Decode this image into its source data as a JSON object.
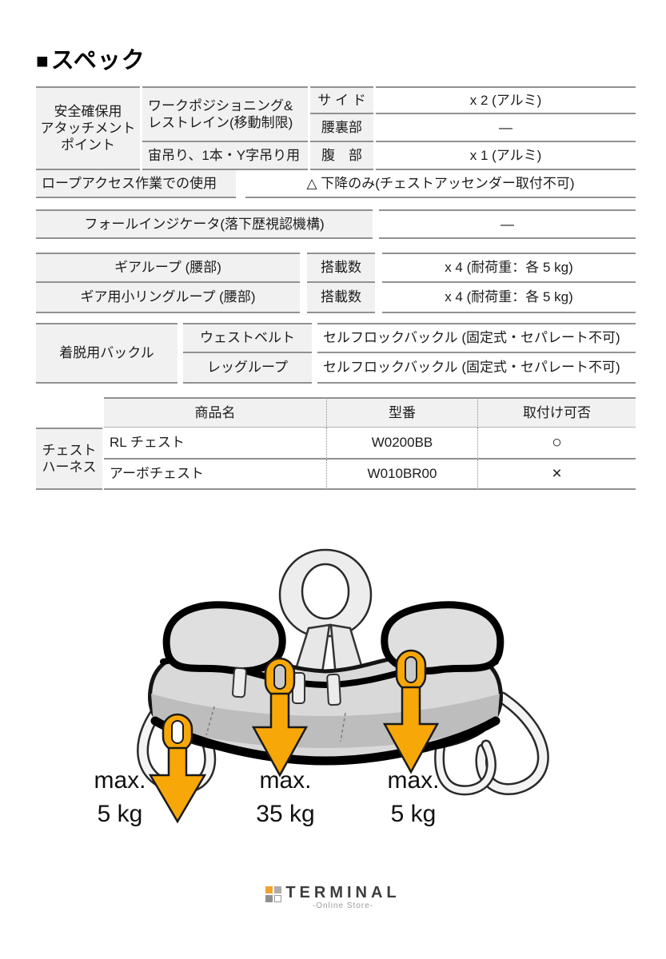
{
  "page": {
    "title_square": "■",
    "title": "スペック"
  },
  "colors": {
    "accent_orange": "#F7A707",
    "border_gray": "#919191",
    "cell_shade": "#F1F1F1"
  },
  "spec_table": {
    "attachment": {
      "row_label": "安全確保用\nアタッチメント\nポイント",
      "sub1": "ワークポジショニング&\nレストレイン(移動制限)",
      "sub2": "宙吊り、1本・Y字吊り用",
      "positions": [
        "サ イ ド",
        "腰裏部",
        "腹　部"
      ],
      "values": [
        "x 2 (アルミ)",
        "—",
        "x 1 (アルミ)"
      ]
    },
    "rope_access": {
      "label": "ロープアクセス作業での使用",
      "value": "△ 下降のみ(チェストアッセンダー取付不可)"
    },
    "fall_indicator": {
      "label": "フォールインジケータ(落下歴視認機構)",
      "value": "—"
    },
    "gear_loops": [
      {
        "label": "ギアループ (腰部)",
        "qty_label": "搭載数",
        "value": "x 4 (耐荷重：各 5 kg)"
      },
      {
        "label": "ギア用小リングループ (腰部)",
        "qty_label": "搭載数",
        "value": "x 4 (耐荷重：各 5 kg)"
      }
    ],
    "buckle": {
      "label": "着脱用バックル",
      "rows": [
        {
          "part": "ウェストベルト",
          "value": "セルフロックバックル (固定式・セパレート不可)"
        },
        {
          "part": "レッグループ",
          "value": "セルフロックバックル (固定式・セパレート不可)"
        }
      ]
    },
    "chest_harness": {
      "row_label": "チェスト\nハーネス",
      "headers": [
        "商品名",
        "型番",
        "取付け可否"
      ],
      "rows": [
        {
          "name": "RL チェスト",
          "model": "W0200BB",
          "compatible": "○"
        },
        {
          "name": "アーボチェスト",
          "model": "W010BR00",
          "compatible": "×"
        }
      ]
    }
  },
  "diagram": {
    "arrows": [
      {
        "line1": "max.",
        "line2": "5 kg"
      },
      {
        "line1": "max.",
        "line2": "35 kg"
      },
      {
        "line1": "max.",
        "line2": "5 kg"
      }
    ]
  },
  "footer_logo": {
    "name": "TERMINAL",
    "subtitle": "-Online Store-"
  }
}
